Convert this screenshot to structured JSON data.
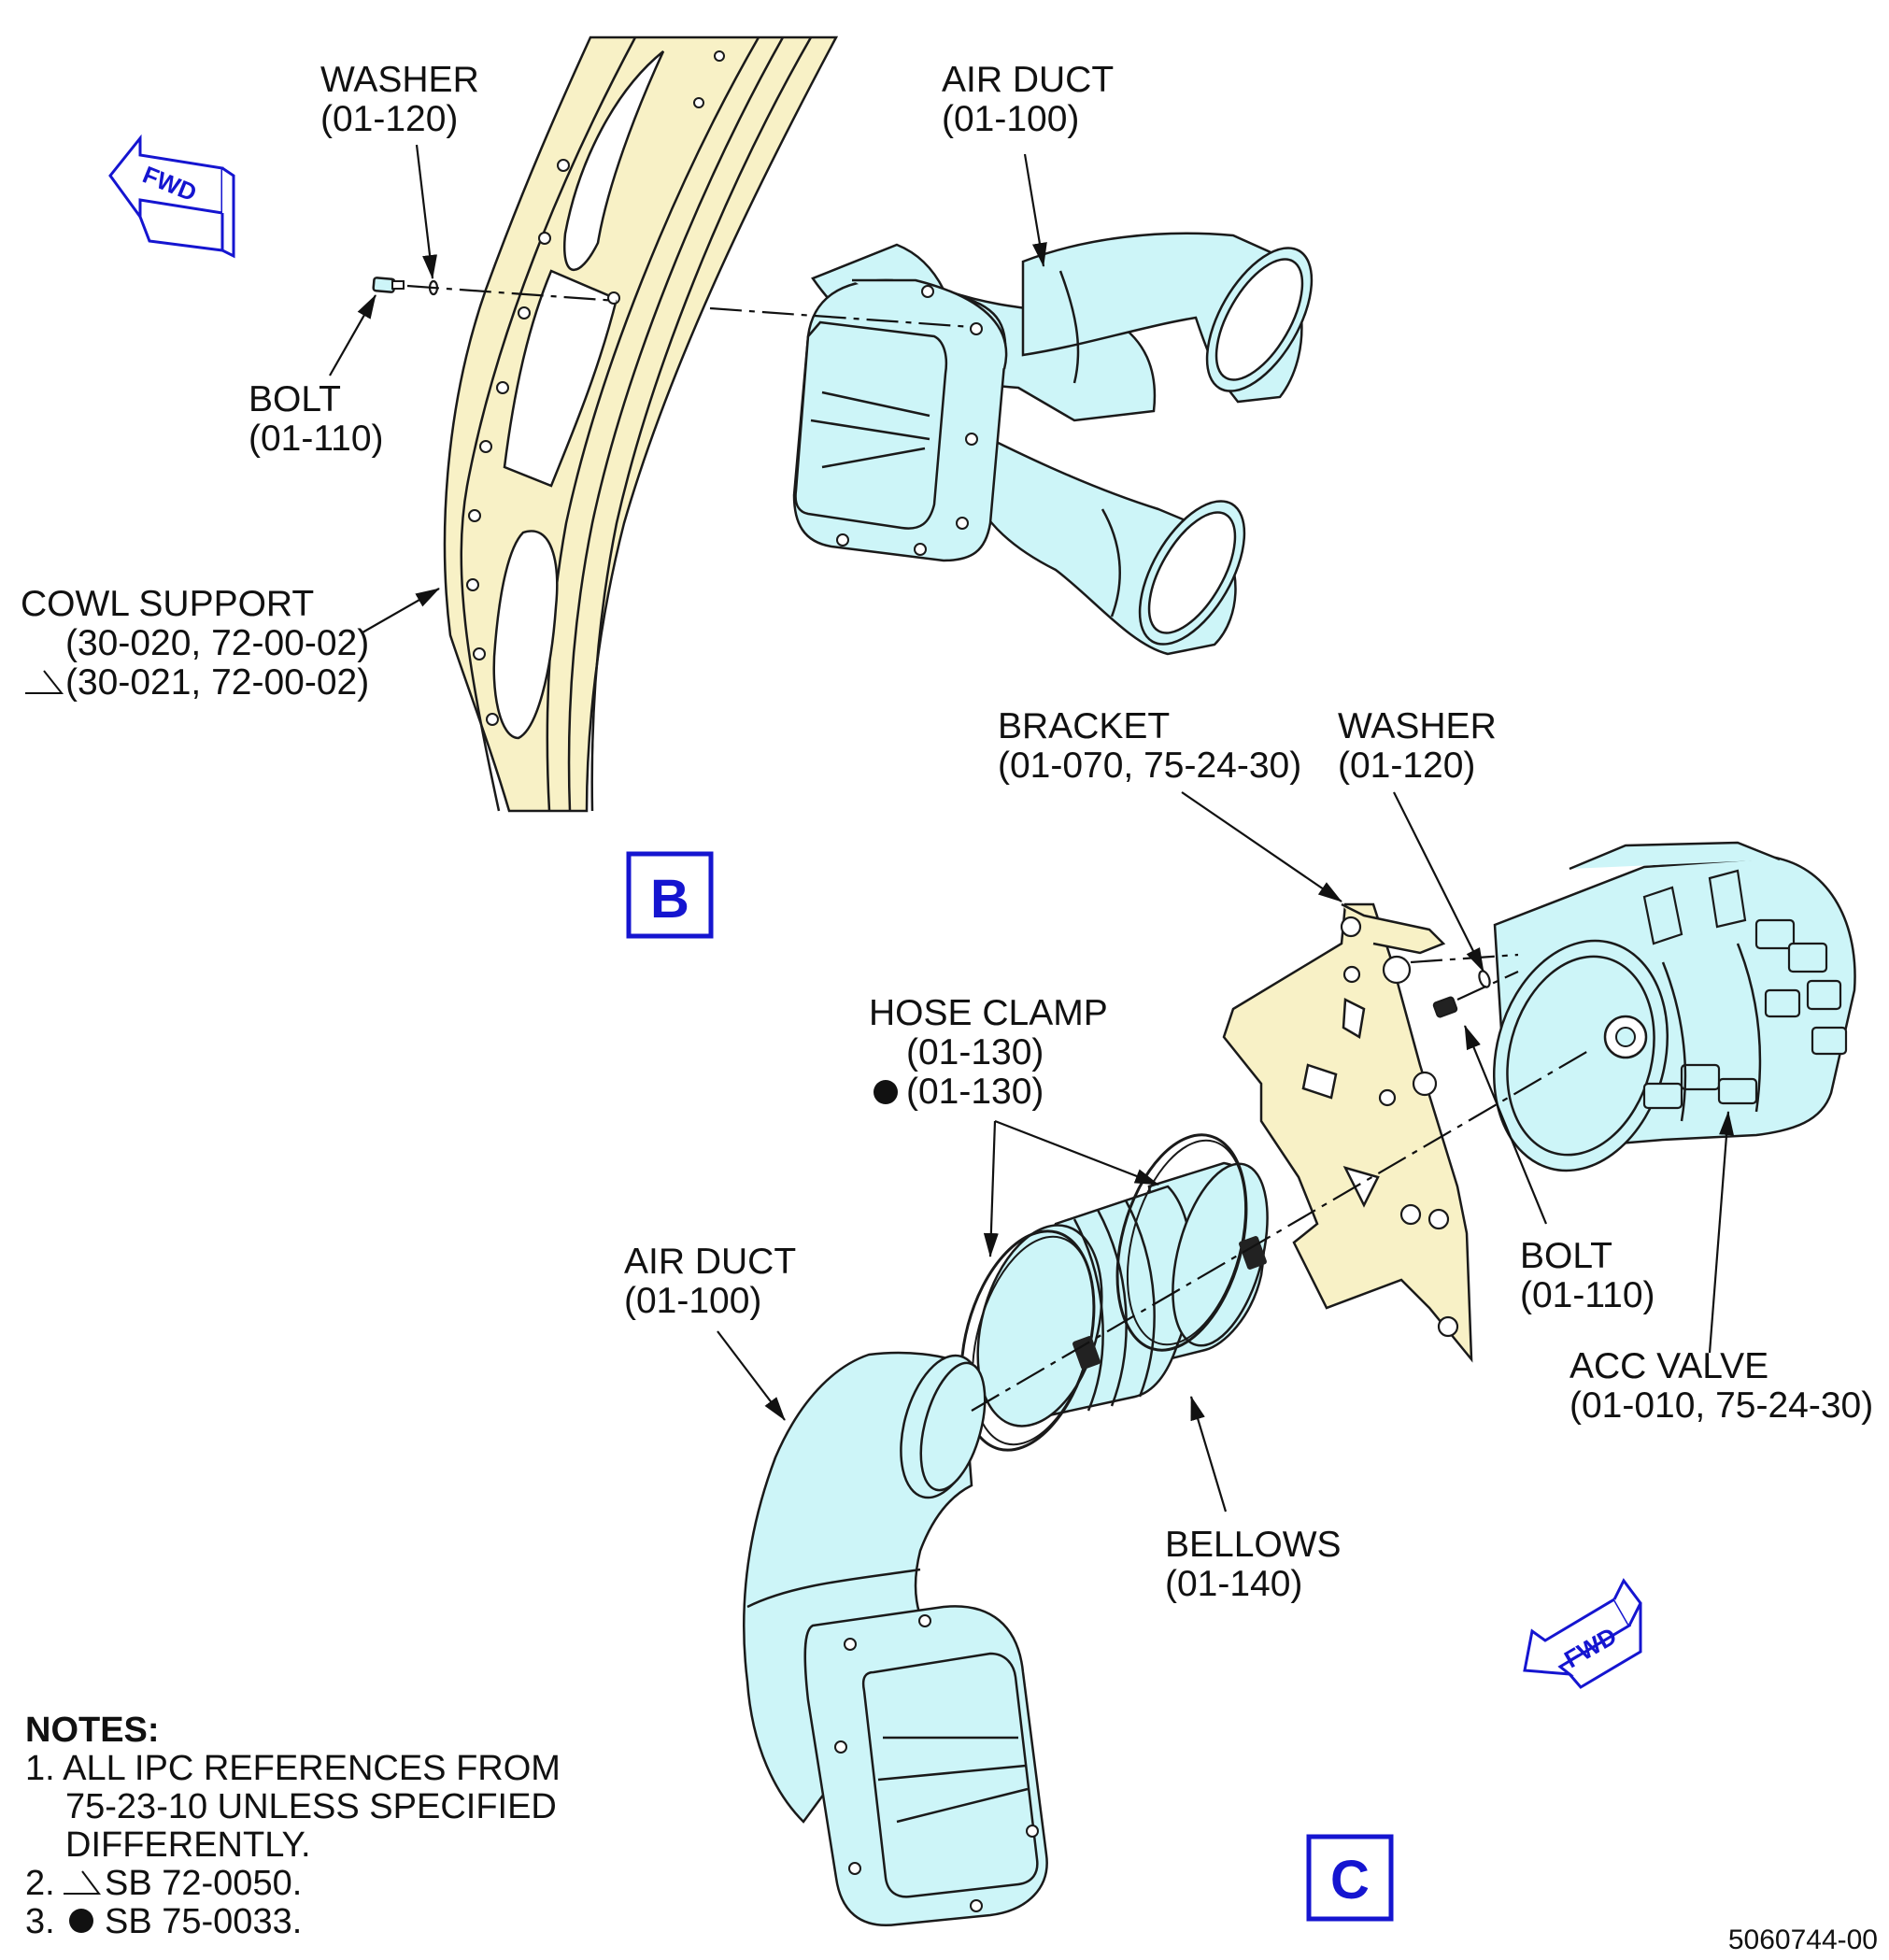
{
  "view_b": {
    "washer": {
      "name": "WASHER",
      "ref": "(01-120)"
    },
    "air_duct": {
      "name": "AIR DUCT",
      "ref": "(01-100)"
    },
    "bolt": {
      "name": "BOLT",
      "ref": "(01-110)"
    },
    "cowl_support": {
      "name": "COWL SUPPORT",
      "ref1": "(30-020, 72-00-02)",
      "ref2": "(30-021, 72-00-02)"
    },
    "fwd": "FWD",
    "view_label": "B"
  },
  "view_c": {
    "bracket": {
      "name": "BRACKET",
      "ref": "(01-070, 75-24-30)"
    },
    "washer": {
      "name": "WASHER",
      "ref": "(01-120)"
    },
    "hose_clamp": {
      "name": "HOSE CLAMP",
      "ref1": "(01-130)",
      "ref2": "(01-130)"
    },
    "air_duct": {
      "name": "AIR DUCT",
      "ref": "(01-100)"
    },
    "bolt": {
      "name": "BOLT",
      "ref": "(01-110)"
    },
    "acc_valve": {
      "name": "ACC VALVE",
      "ref": "(01-010, 75-24-30)"
    },
    "bellows": {
      "name": "BELLOWS",
      "ref": "(01-140)"
    },
    "fwd": "FWD",
    "view_label": "C"
  },
  "notes": {
    "title": "NOTES:",
    "n1_l1": "1. ALL IPC REFERENCES FROM",
    "n1_l2": "75-23-10 UNLESS SPECIFIED",
    "n1_l3": "DIFFERENTLY.",
    "n2_num": "2.",
    "n2_text": "SB 72-0050.",
    "n3_num": "3.",
    "n3_text": "SB 75-0033."
  },
  "doc_number": "5060744-00",
  "colors": {
    "duct_fill": "#cdf5f8",
    "frame_fill": "#f8f1c6",
    "view_label_blue": "#1515d0"
  },
  "icons": [
    "fwd-arrow-icon",
    "triangle-flag-icon",
    "dot-flag-icon"
  ]
}
